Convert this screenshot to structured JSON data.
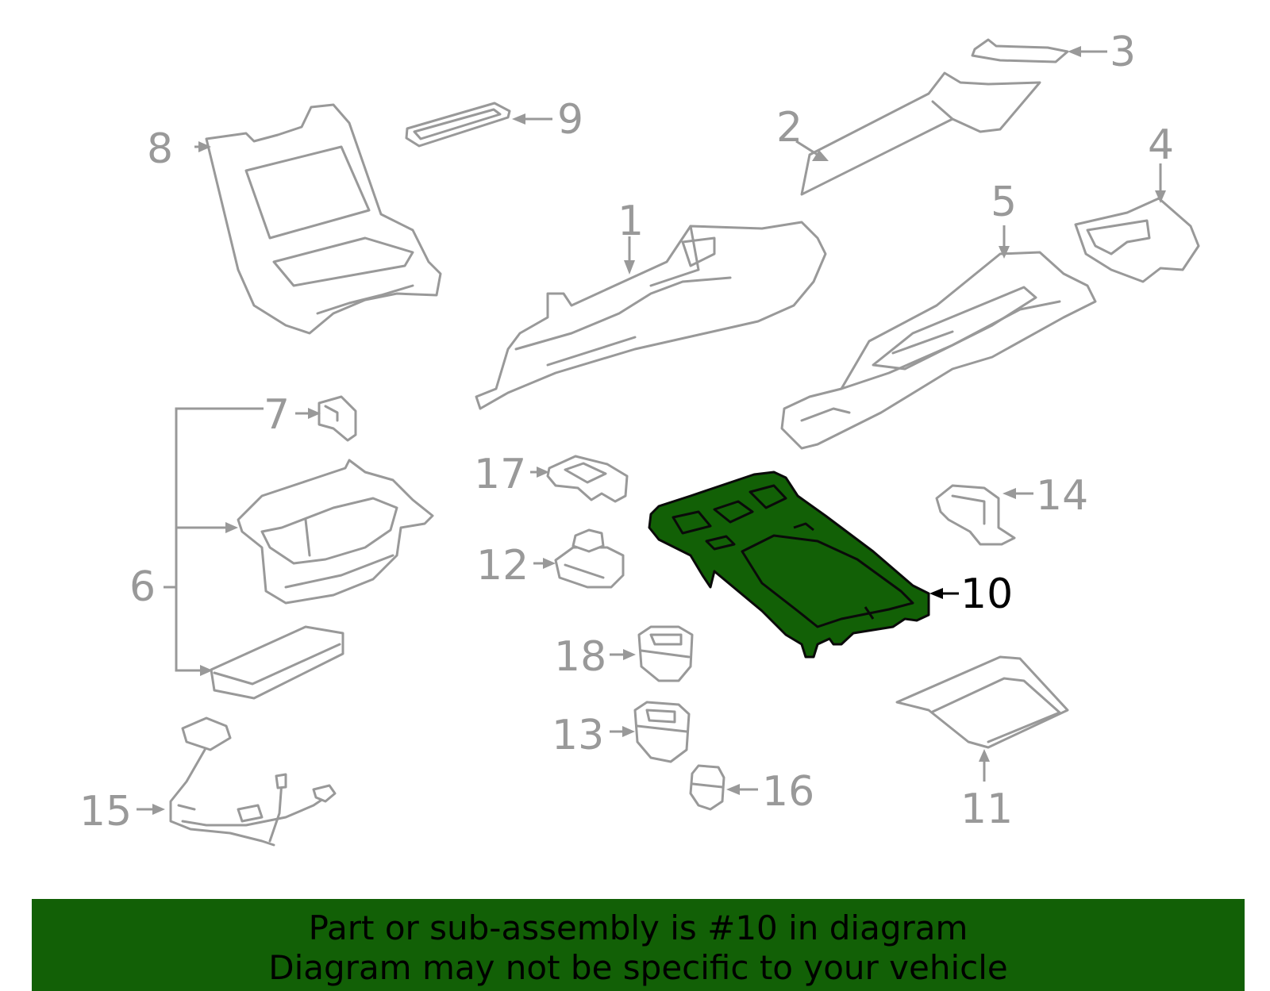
{
  "diagram": {
    "highlighted_part": "10",
    "callouts": {
      "c1": "1",
      "c2": "2",
      "c3": "3",
      "c4": "4",
      "c5": "5",
      "c6": "6",
      "c7": "7",
      "c8": "8",
      "c9": "9",
      "c10": "10",
      "c11": "11",
      "c12": "12",
      "c13": "13",
      "c14": "14",
      "c15": "15",
      "c16": "16",
      "c17": "17",
      "c18": "18"
    }
  },
  "banner": {
    "line1": "Part or sub-assembly is #10 in diagram",
    "line2": "Diagram may not be specific to your vehicle"
  },
  "colors": {
    "highlight": "#126006",
    "lines": "#999999"
  }
}
